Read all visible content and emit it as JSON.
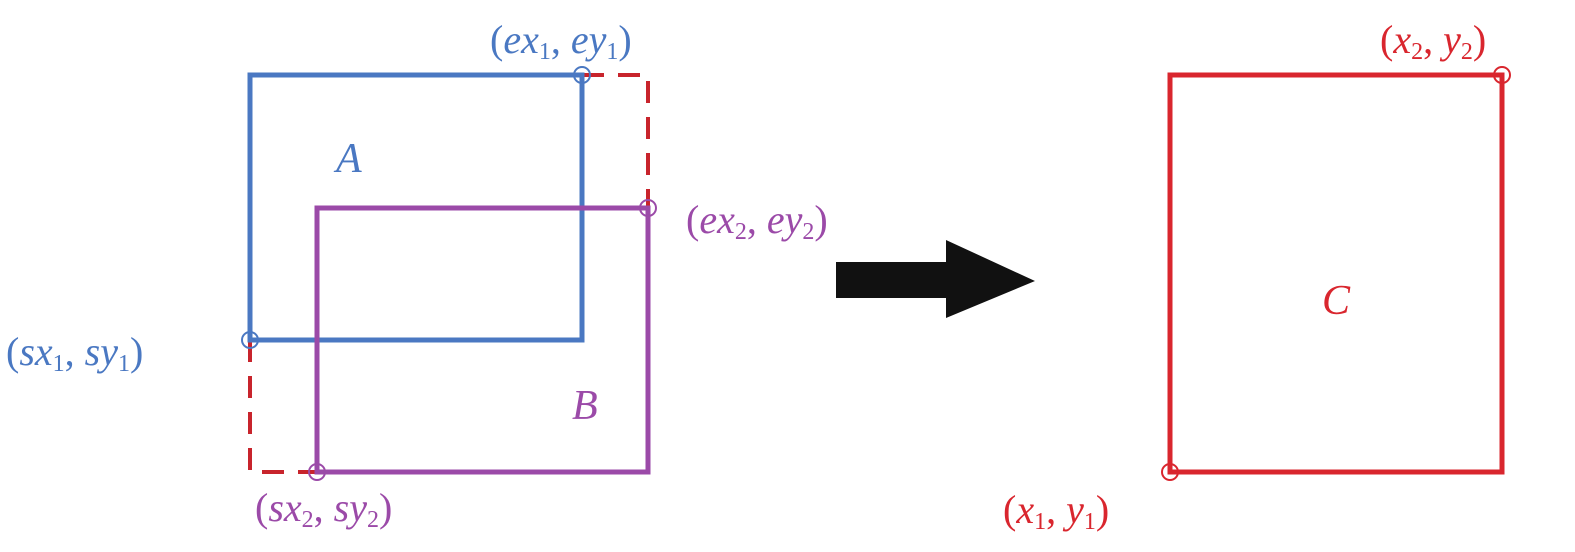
{
  "colors": {
    "blue": "#4a78c2",
    "purple": "#9b4aa8",
    "red": "#d9262e",
    "dashed_red": "#c8242c",
    "arrow": "#111111"
  },
  "box_a": {
    "name": "A",
    "top_right_label": {
      "open": "(",
      "v1": "ex",
      "s1": "1",
      "sep": ", ",
      "v2": "ey",
      "s2": "1",
      "close": ")"
    },
    "bottom_left_label": {
      "open": "(",
      "v1": "sx",
      "s1": "1",
      "sep": ", ",
      "v2": "sy",
      "s2": "1",
      "close": ")"
    }
  },
  "box_b": {
    "name": "B",
    "top_right_label": {
      "open": "(",
      "v1": "ex",
      "s1": "2",
      "sep": ", ",
      "v2": "ey",
      "s2": "2",
      "close": ")"
    },
    "bottom_left_label": {
      "open": "(",
      "v1": "sx",
      "s1": "2",
      "sep": ", ",
      "v2": "sy",
      "s2": "2",
      "close": ")"
    }
  },
  "box_c": {
    "name": "C",
    "top_right_label": {
      "open": "(",
      "v1": "x",
      "s1": "2",
      "sep": ", ",
      "v2": "y",
      "s2": "2",
      "close": ")"
    },
    "bottom_left_label": {
      "open": "(",
      "v1": "x",
      "s1": "1",
      "sep": ", ",
      "v2": "y",
      "s2": "1",
      "close": ")"
    }
  },
  "arrow": {
    "icon": "right-arrow-icon"
  }
}
